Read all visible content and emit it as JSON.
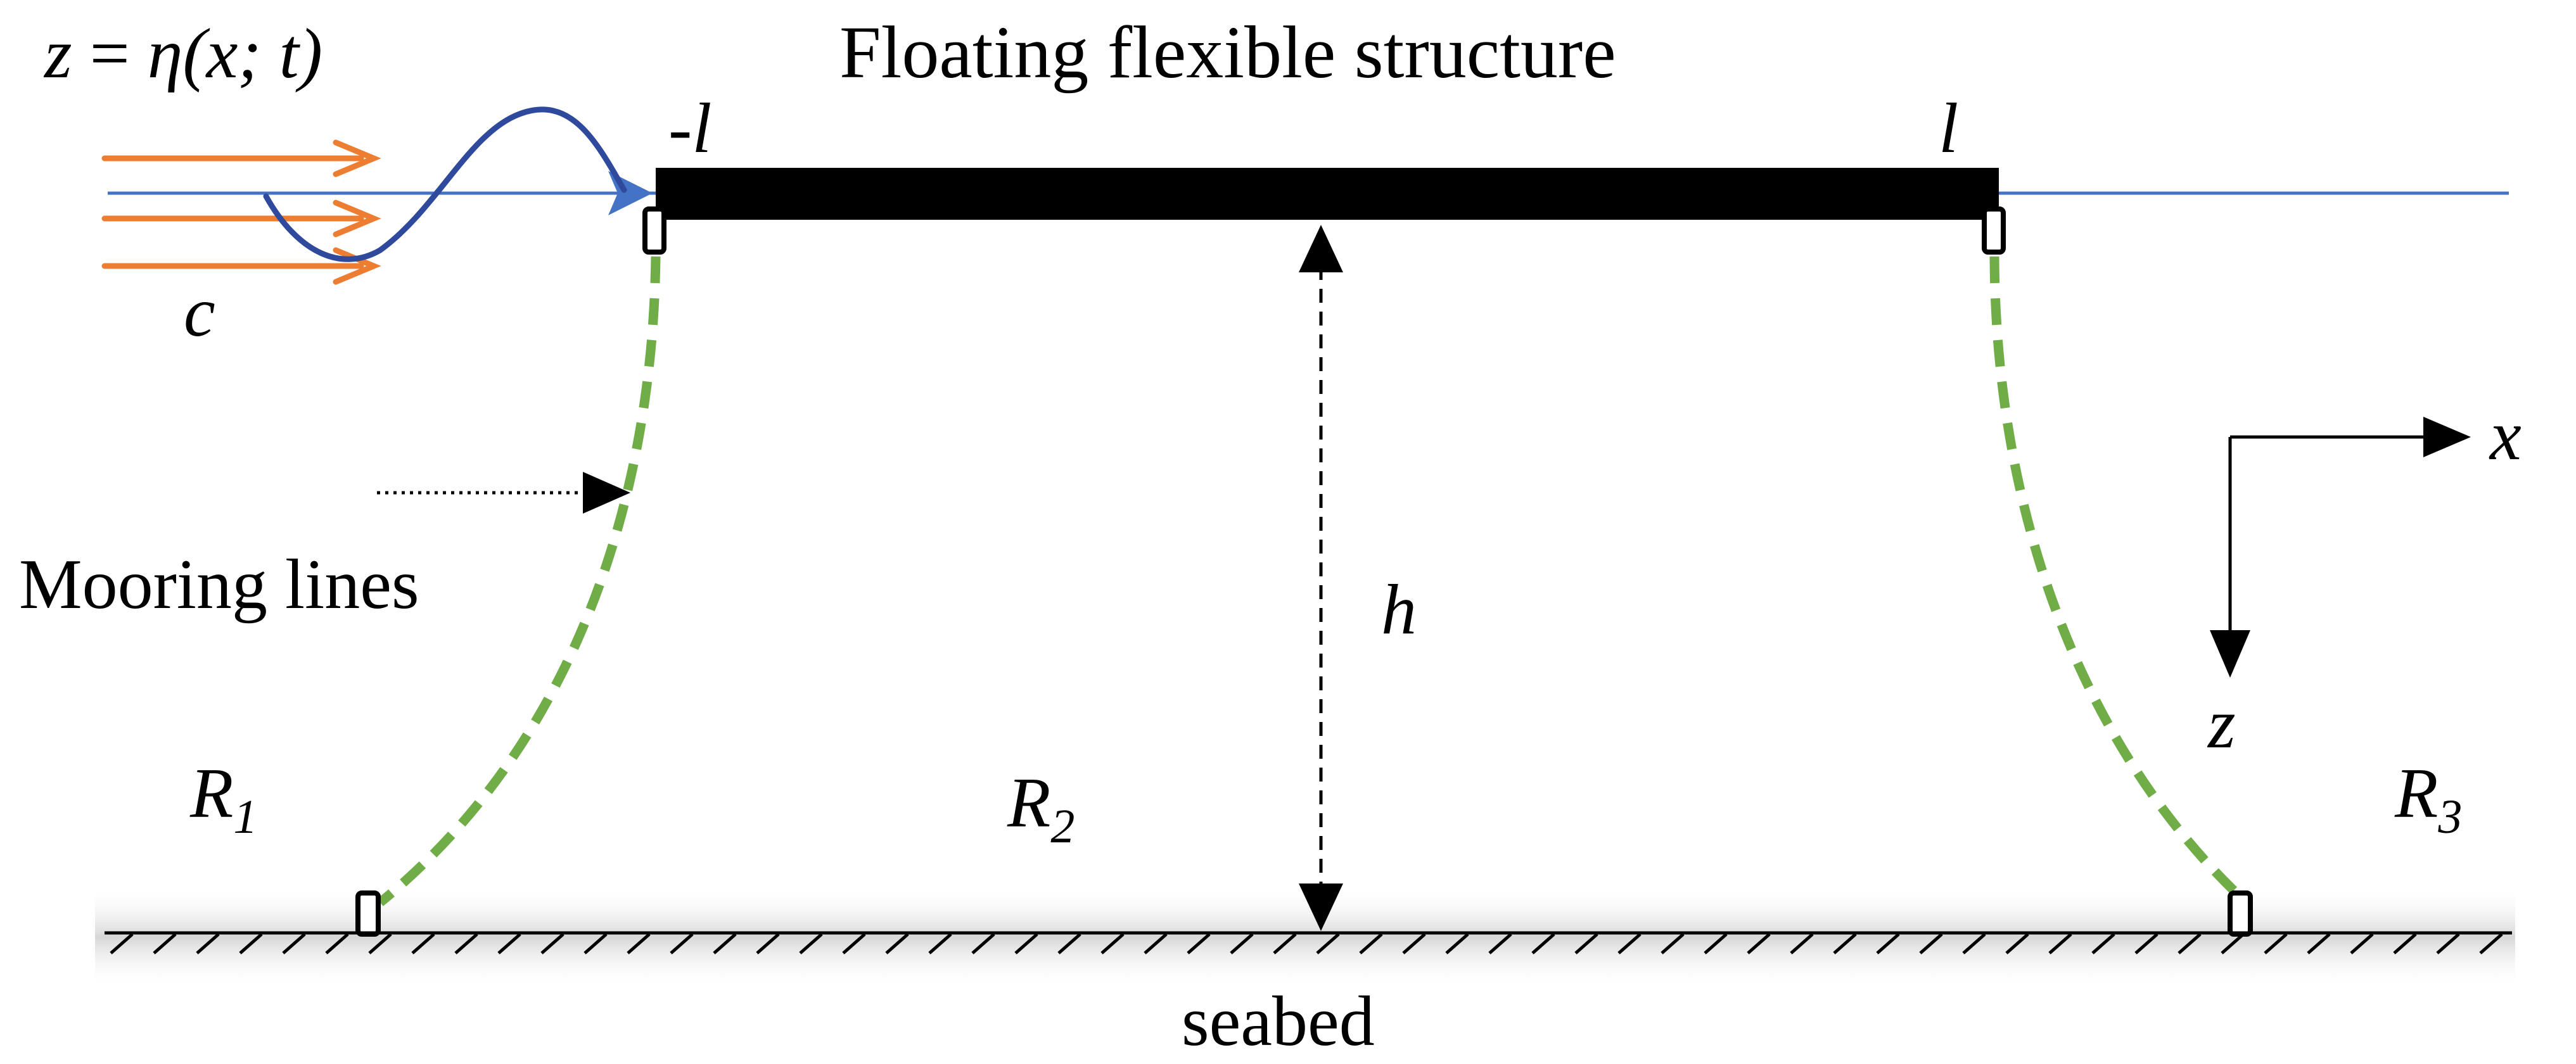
{
  "title": "Floating flexible structure",
  "wave_equation": {
    "lhs": "z",
    "eq": " = ",
    "rhs": "η(x; t)"
  },
  "current_label": "c",
  "end_left": "-l",
  "end_right": "l",
  "depth_label": "h",
  "mooring_label": "Mooring lines",
  "seabed_label": "seabed",
  "regions": [
    {
      "main": "R",
      "sub": "1"
    },
    {
      "main": "R",
      "sub": "2"
    },
    {
      "main": "R",
      "sub": "3"
    }
  ],
  "axes": {
    "x": "x",
    "z": "z"
  },
  "colors": {
    "water_line": "#4472C4",
    "current_arrows": "#ED7D31",
    "wave": "#2F4A9C",
    "mooring": "#70AD47",
    "structure": "#000000"
  }
}
